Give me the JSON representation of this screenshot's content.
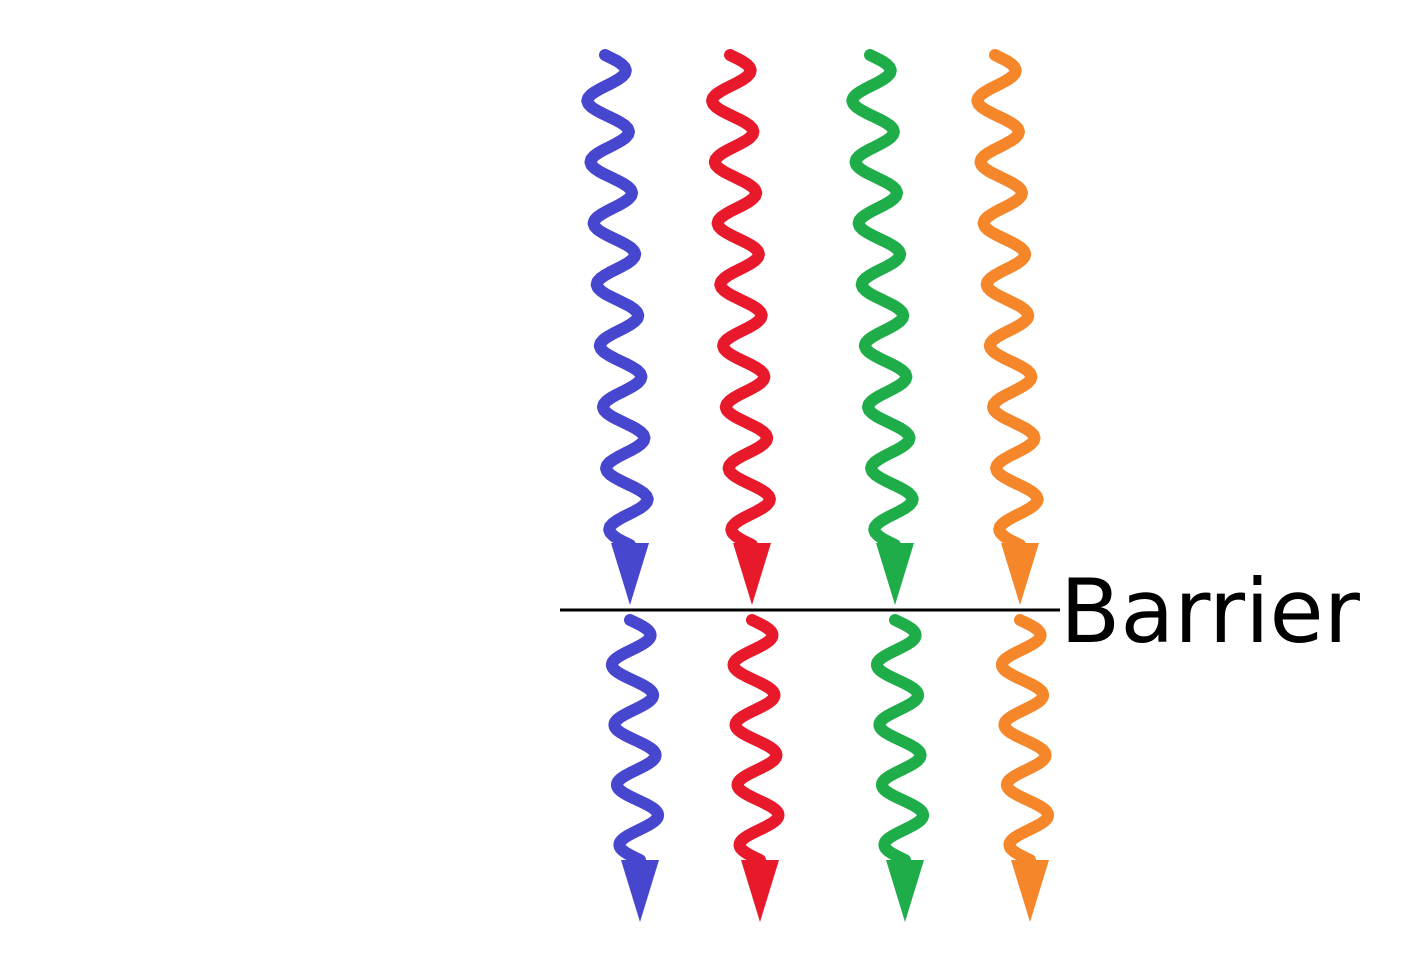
{
  "barrier": {
    "label": "Barrier",
    "color": "#000000"
  },
  "rays": [
    {
      "name": "blue",
      "color": "#4646cf"
    },
    {
      "name": "red",
      "color": "#e8192b"
    },
    {
      "name": "green",
      "color": "#1fad4a"
    },
    {
      "name": "orange",
      "color": "#f5862a"
    }
  ],
  "background": "#ffffff"
}
